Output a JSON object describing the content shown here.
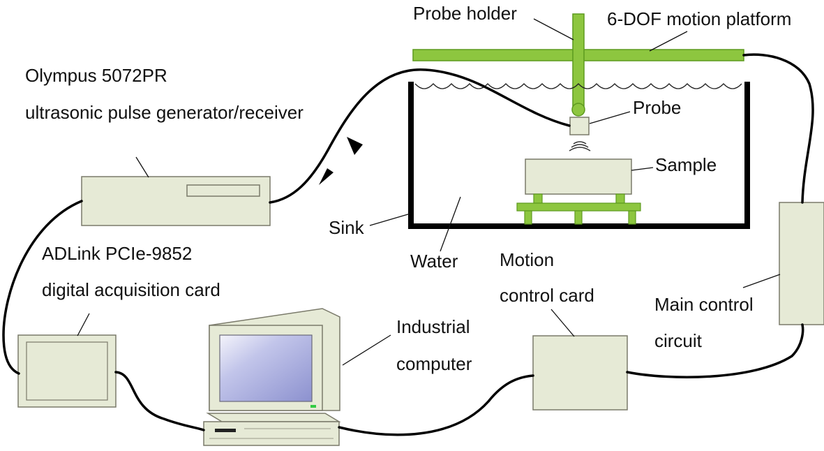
{
  "colors": {
    "accent_green": "#8dc63f",
    "green_outline": "#5d9a1f",
    "device_fill": "#e6ead6",
    "device_outline": "#7a7a6a",
    "cable": "#000000",
    "tank": "#000000",
    "screen": "#9aa0d8"
  },
  "labels": {
    "probe_holder": "Probe holder",
    "platform": "6-DOF motion platform",
    "olympus_line1": "Olympus 5072PR",
    "olympus_line2": "ultrasonic pulse generator/receiver",
    "probe": "Probe",
    "sample": "Sample",
    "sink": "Sink",
    "water": "Water",
    "adlink_line1": "ADLink PCIe-9852",
    "adlink_line2": "digital acquisition card",
    "motion_line1": "Motion",
    "motion_line2": "control card",
    "main_line1": "Main control",
    "main_line2": "circuit",
    "industrial_line1": "Industrial",
    "industrial_line2": "computer"
  }
}
